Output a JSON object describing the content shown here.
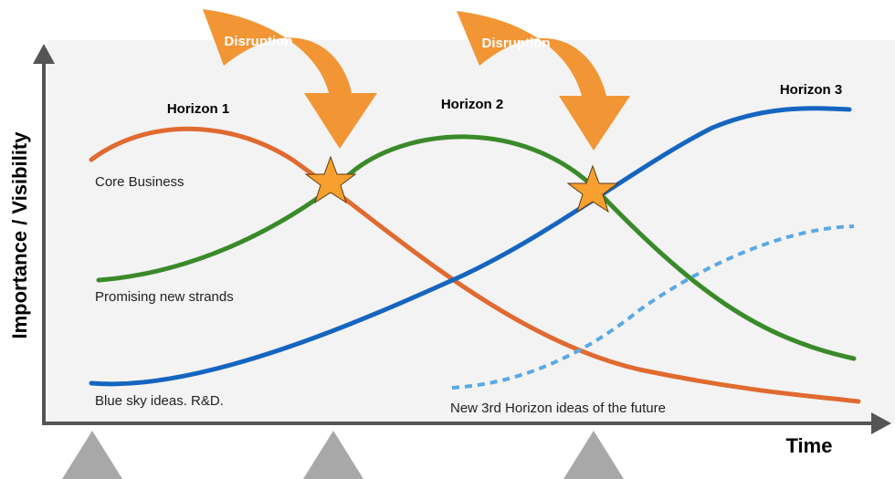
{
  "axes": {
    "y_label": "Importance / Visibility",
    "x_label": "Time"
  },
  "horizons": {
    "h1": "Horizon 1",
    "h2": "Horizon 2",
    "h3": "Horizon 3"
  },
  "curves": {
    "core": "Core Business",
    "promising": "Promising new strands",
    "blue_sky": "Blue sky ideas. R&D.",
    "future": "New 3rd Horizon ideas of the future"
  },
  "disruptions": [
    "Disruption",
    "Disruption"
  ],
  "colors": {
    "horizon1": "#e06a30",
    "horizon2": "#3a8a2a",
    "horizon3": "#1565c0",
    "future": "#5aa9e6",
    "disruption": "#f29535",
    "star": "#f7a030",
    "panel": "#f3f3f3",
    "axis": "#555555",
    "marker": "#a8a8a8"
  }
}
